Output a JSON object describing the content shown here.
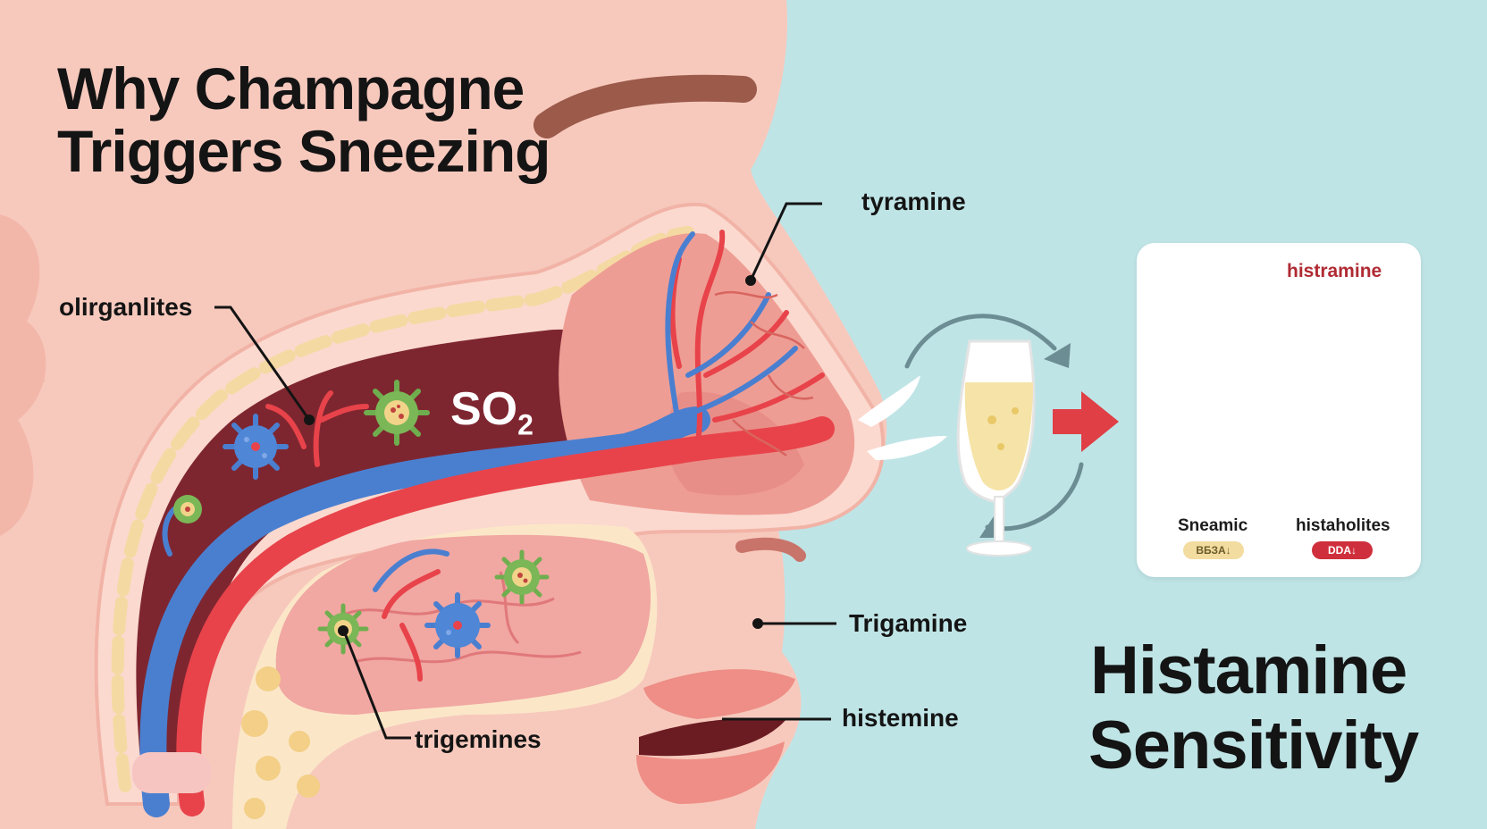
{
  "title": {
    "line1": "Why Champagne",
    "line2": "Triggers Sneezing"
  },
  "labels": {
    "tyramine": "tyramine",
    "oligamlites": "olirganlites",
    "so2_main": "SO",
    "so2_sub": "2",
    "trigamine": "Trigamine",
    "histemine": "histemine",
    "trigemines": "trigemines"
  },
  "card": {
    "title": "histramine",
    "left_label": "Sneamic",
    "left_badge": "ВБЗА↓",
    "right_label": "histaholites",
    "right_badge": "DDA↓"
  },
  "headline": {
    "line1": "Histamine",
    "line2": "Sensitivity"
  },
  "colors": {
    "background": "#bfe4e6",
    "skin": "#f7c9bd",
    "cavity": "#7e2630",
    "artery": "#e8434a",
    "vein": "#4a7fd0",
    "champagne": "#f6e3a8",
    "wine": "#7a1f3a",
    "arrow_red": "#df3f45"
  },
  "icons": [
    "virus-blue-icon",
    "virus-green-icon",
    "champagne-glass-icon",
    "champagne-bottle-icon",
    "wine-glass-icon",
    "cycle-arrow-icon",
    "red-arrow-icon",
    "chevron-double-icon",
    "airflow-icon"
  ]
}
